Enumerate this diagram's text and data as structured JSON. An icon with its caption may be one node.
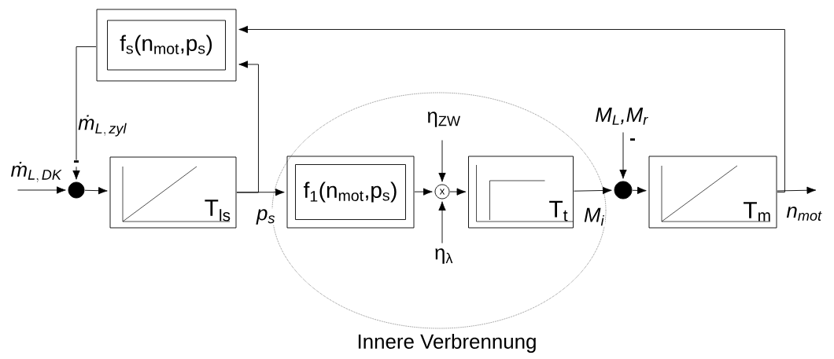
{
  "diagram": {
    "nodes": [
      {
        "text": [
          "f$_{s}$(n$_{mot}$,p$_{s}$)"
        ]
      },
      {
        "text": [],
        "shape": "circle"
      },
      {
        "text": [
          "T$_{ls}$"
        ]
      },
      {
        "text": [
          "Innere Verbrennung"
        ]
      },
      {
        "text": [
          "f$_{1}$(n$_{mot}$,p$_{s}$)"
        ],
        "in": 3
      },
      {
        "text": [
          "x"
        ],
        "in": 3
      },
      {
        "text": [
          "T$_{t}$"
        ],
        "in": 3
      },
      {
        "text": [],
        "shape": "circle"
      },
      {
        "text": [
          "T$_{m}$"
        ]
      }
    ],
    "edges": [
      {
        "from": null,
        "to": 1,
        "arrow": "to",
        "label": "\\textit{ṁ}_{\\mathit{L,\\,DK}}"
      },
      {
        "from": 1,
        "to": 2,
        "arrow": "to"
      },
      {
        "from": 2,
        "to": 4,
        "arrow": "to",
        "label": "p$_{s}$"
      },
      {
        "from": 2,
        "to": 0,
        "arrow": "to"
      },
      {
        "from": 0,
        "to": 1,
        "arrow": "to",
        "label": "\\textit{ṁ}_{\\mathit{L,\\,zyl}}"
      },
      {
        "from": 4,
        "to": 5,
        "arrow": "to"
      },
      {
        "from": null,
        "to": 5,
        "arrow": "to",
        "label": "η$_{ZW}$"
      },
      {
        "from": null,
        "to": 5,
        "arrow": "to",
        "label": "η$_{λ}$"
      },
      {
        "from": 5,
        "to": 6,
        "arrow": "to"
      },
      {
        "from": 6,
        "to": 7,
        "arrow": "to",
        "label": "M$_{i}$"
      },
      {
        "from": null,
        "to": 7,
        "arrow": "to",
        "label": "M$_{L}$,M$_{r}$"
      },
      {
        "from": 7,
        "to": 8,
        "arrow": "to"
      },
      {
        "from": 8,
        "to": null,
        "arrow": "to",
        "label": "n$_{mot}$"
      },
      {
        "from": 8,
        "to": 0,
        "arrow": "to"
      }
    ],
    "labels": [
      "-",
      "-"
    ]
  }
}
